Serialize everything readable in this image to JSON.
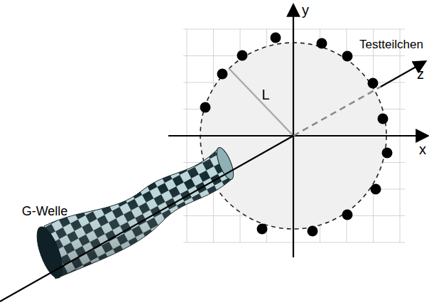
{
  "diagram": {
    "labels": [
      "y",
      "x",
      "z",
      "L",
      "Testteilchen",
      "G-Welle"
    ]
  }
}
